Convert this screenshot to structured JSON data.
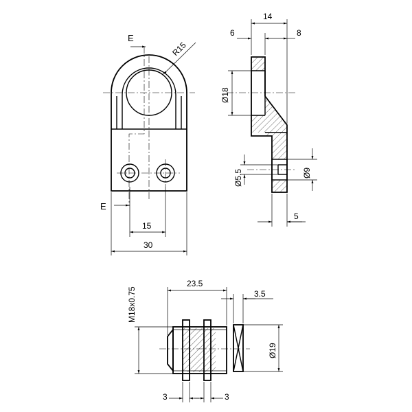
{
  "front_view": {
    "section_label_top": "E",
    "section_label_bottom": "E",
    "radius": "R15",
    "hole_spacing": "15",
    "overall_width": "30"
  },
  "side_view": {
    "overall_width": "14",
    "left_part": "6",
    "right_part": "8",
    "bore_diameter": "Ø18",
    "small_hole_diameter": "Ø5.5",
    "counterbore_diameter": "Ø9",
    "counterbore_depth": "5"
  },
  "fitting_view": {
    "thread": "M18x0.75",
    "length": "23.5",
    "washer_thickness": "3.5",
    "outer_diameter": "Ø19",
    "nut_width_left": "3",
    "nut_width_right": "3"
  },
  "colors": {
    "line": "#000000",
    "background": "#ffffff"
  }
}
